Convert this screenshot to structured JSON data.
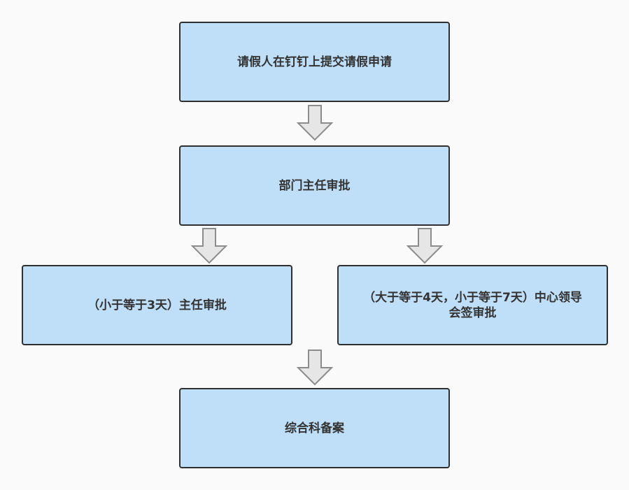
{
  "diagram": {
    "nodes": {
      "submit": "请假人在钉钉上提交请假申请",
      "dept_head": "部门主任审批",
      "short_leave": "（小于等于3天）主任审批",
      "long_leave_line1": "（大于等于4天，小于等于7天）中心领导",
      "long_leave_line2": "会签审批",
      "archive": "综合科备案"
    },
    "colors": {
      "box_fill": "#bfdff8",
      "box_border": "#2f2f2f",
      "arrow_fill": "#e6e6e6",
      "arrow_stroke": "#8c8c8c",
      "text": "#333333"
    }
  }
}
